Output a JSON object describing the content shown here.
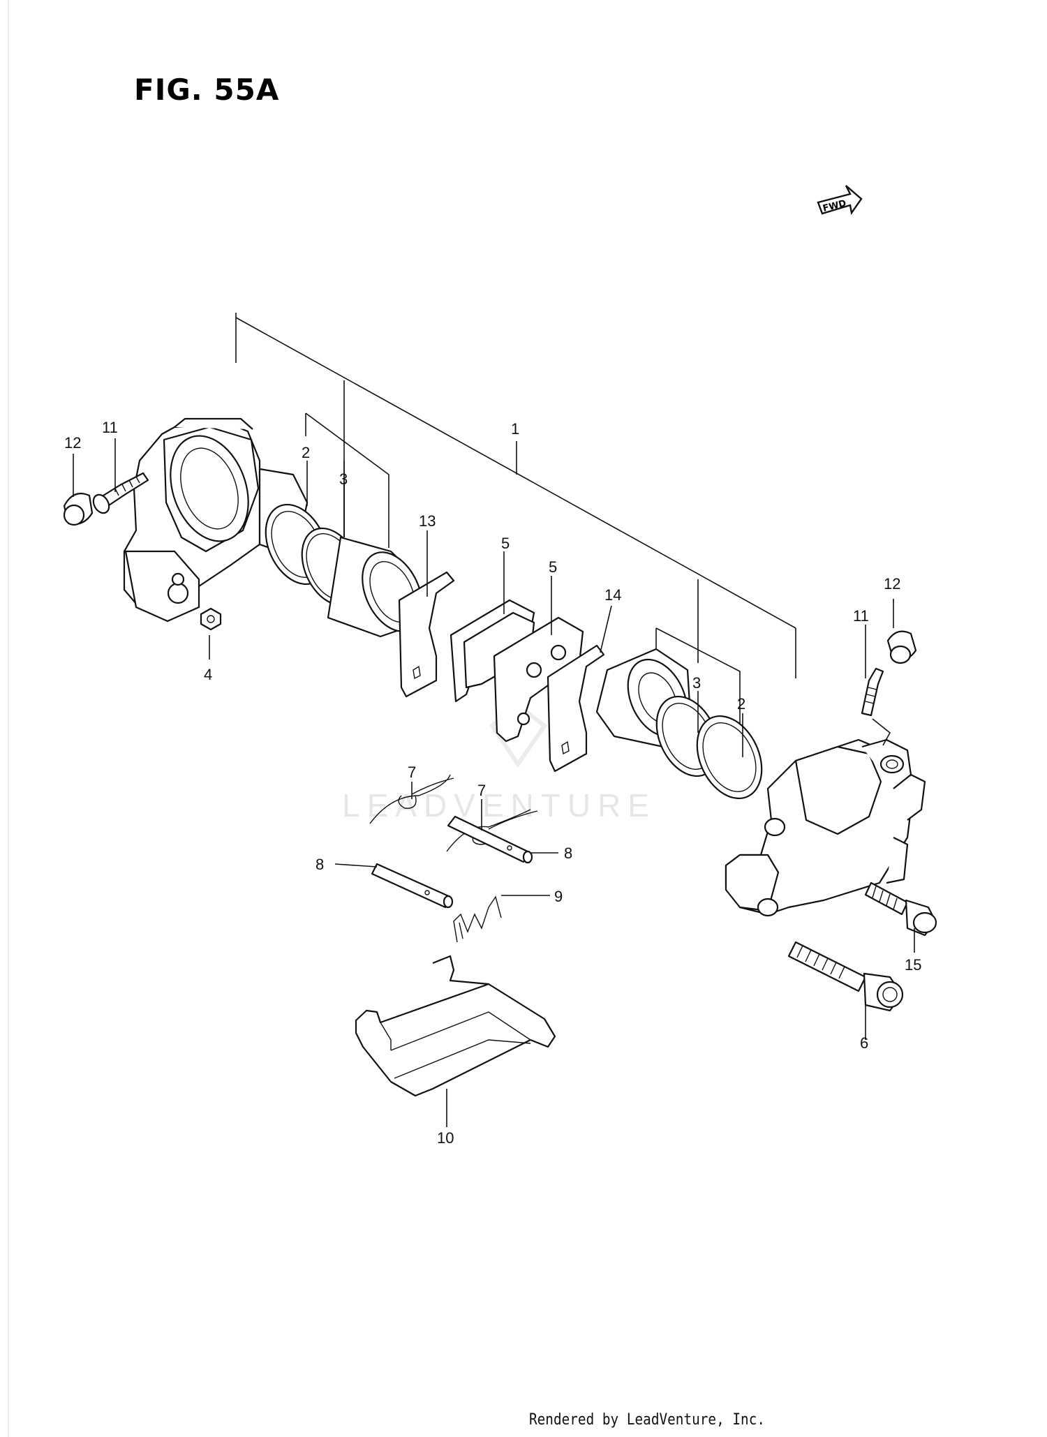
{
  "figure": {
    "title": "FIG. 55A"
  },
  "direction_badge": {
    "label": "FWD",
    "icon": "fwd-arrow-icon"
  },
  "watermark": {
    "text": "LEADVENTURE"
  },
  "callouts": {
    "c1": "1",
    "c2a": "2",
    "c2b": "2",
    "c3a": "3",
    "c3b": "3",
    "c4": "4",
    "c5a": "5",
    "c5b": "5",
    "c6": "6",
    "c7a": "7",
    "c7b": "7",
    "c8a": "8",
    "c8b": "8",
    "c9": "9",
    "c10": "10",
    "c11a": "11",
    "c11b": "11",
    "c12a": "12",
    "c12b": "12",
    "c13": "13",
    "c14": "14",
    "c15": "15"
  },
  "footer": {
    "text": "Rendered by LeadVenture, Inc."
  }
}
